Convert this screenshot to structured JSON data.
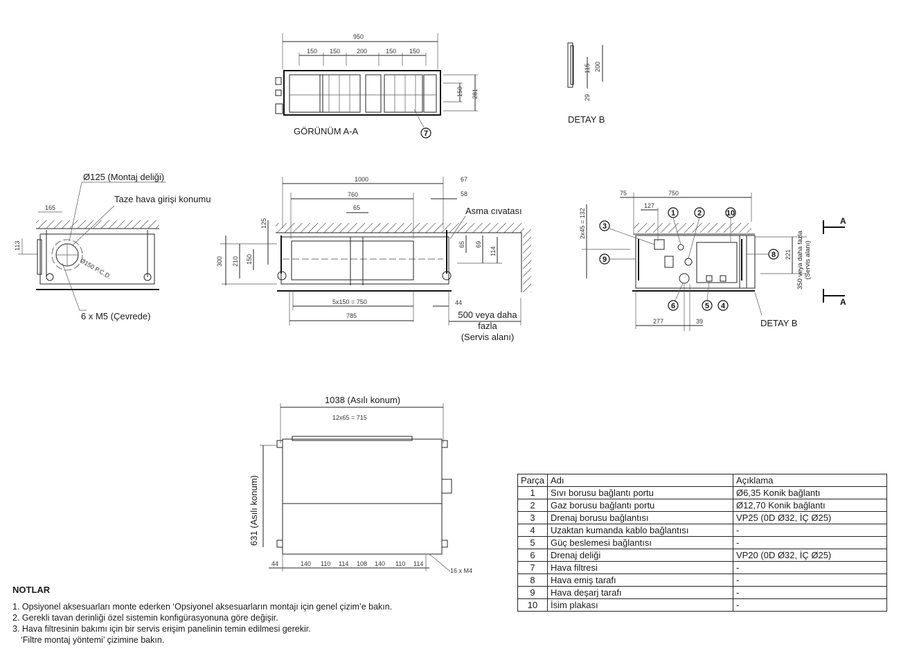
{
  "view_aa": {
    "title": "GÖRÜNÜM A-A",
    "dims": {
      "overall": "950",
      "sub": [
        "150",
        "150",
        "200",
        "150",
        "150"
      ],
      "right_inner": "150",
      "right_outer": "281"
    },
    "balloon": "7"
  },
  "detail_b": {
    "title": "DETAY B",
    "dims": [
      "115",
      "29",
      "200"
    ]
  },
  "side_left": {
    "hole_label": "Ø125 (Montaj deliği)",
    "fresh_air_label": "Taze hava girişi konumu",
    "screws_label": "6 x M5 (Çevrede)",
    "dims": {
      "top": "165",
      "left": "113",
      "pcd": "Ø150 P.C.D."
    }
  },
  "front": {
    "dims": {
      "overall": "1000",
      "right_top": "67",
      "inner": "760",
      "right_inner": "58",
      "center": "65",
      "h_overall": "300",
      "h_inner": "210",
      "h_mid": "150",
      "h_top": "125",
      "r1": "65",
      "r2": "69",
      "r3": "114",
      "bottom_inner": "5x150 = 750",
      "bottom_overall": "785",
      "bottom_right": "44"
    },
    "bolt_label": "Asma cıvatası",
    "service_label": [
      "500 veya daha",
      "fazla",
      "(Servis alanı)"
    ]
  },
  "side_right": {
    "dims": {
      "left": "75",
      "overall": "750",
      "inner": "127",
      "vert": "2x45 = 132",
      "right": "221",
      "bottom1": "277",
      "bottom2": "39"
    },
    "service_label": [
      "350 veya daha fazla",
      "(Servis alanı)"
    ],
    "section_marks": [
      "A",
      "A"
    ],
    "detail_label": "DETAY B",
    "balloons": [
      "1",
      "2",
      "10",
      "3",
      "9",
      "8",
      "6",
      "5",
      "4"
    ]
  },
  "bottom_view": {
    "width_label": "1038 (Asılı konum)",
    "top_dim": "12x65 = 715",
    "height_label": "631 (Asılı konum)",
    "bottom_dims": [
      "44",
      "140",
      "110",
      "114",
      "108",
      "140",
      "110",
      "114"
    ],
    "screws_label": "16 x M4"
  },
  "parts_table": {
    "headers": [
      "Parça",
      "Adı",
      "Açıklama"
    ],
    "rows": [
      [
        "1",
        "Sıvı borusu bağlantı portu",
        "Ø6,35 Konik bağlantı"
      ],
      [
        "2",
        "Gaz borusu bağlantı portu",
        "Ø12,70 Konik bağlantı"
      ],
      [
        "3",
        "Drenaj borusu bağlantısı",
        "VP25 (0D Ø32, İÇ Ø25)"
      ],
      [
        "4",
        "Uzaktan kumanda kablo bağlantısı",
        "-"
      ],
      [
        "5",
        "Güç beslemesi bağlantısı",
        "-"
      ],
      [
        "6",
        "Drenaj deliği",
        "VP20 (0D Ø32, İÇ Ø25)"
      ],
      [
        "7",
        "Hava filtresi",
        "-"
      ],
      [
        "8",
        "Hava emiş tarafı",
        "-"
      ],
      [
        "9",
        "Hava deşarj tarafı",
        "-"
      ],
      [
        "10",
        "İsim plakası",
        "-"
      ]
    ]
  },
  "notes": {
    "title": "NOTLAR",
    "items": [
      "1. Opsiyonel aksesuarları monte ederken ‘Opsiyonel aksesuarların montajı için genel çizim’e bakın.",
      "2. Gerekli tavan derinliği özel sistemin konfigürasyonuna göre değişir.",
      "3. Hava filtresinin bakımı için bir servis erişim panelinin temin edilmesi gerekir.",
      "‘Filtre montaj yöntemi’ çizimine bakın."
    ]
  }
}
